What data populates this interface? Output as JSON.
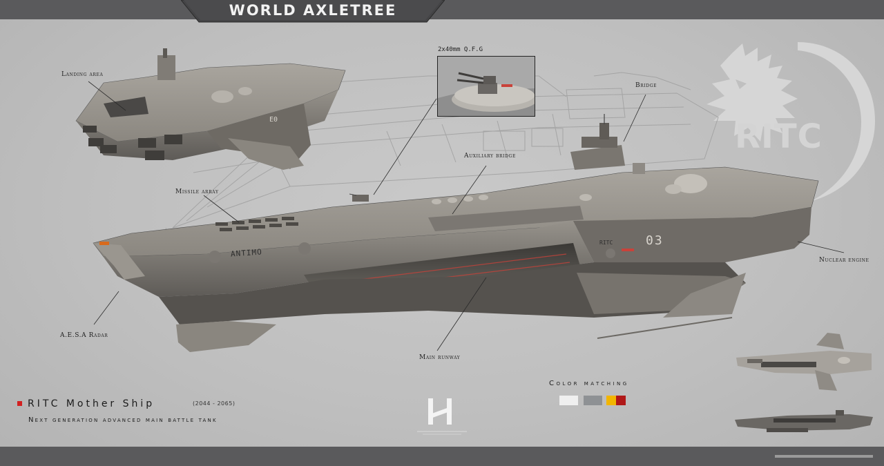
{
  "header": {
    "title": "WORLD AXLETREE"
  },
  "callouts": {
    "landing_area": "Landing area",
    "missile_array": "Missile array",
    "aesa_radar": "A.E.S.A Radar",
    "main_runway": "Main runway",
    "auxiliary_bridge": "Auxiliary bridge",
    "bridge": "Bridge",
    "nuclear_engine": "Nuclear engine",
    "gun_inset": "2x40mm Q.F.G"
  },
  "hull_markings": {
    "name": "ANTIMO",
    "number": "03",
    "sponson": "RITC",
    "bow_code": "E0"
  },
  "watermark": {
    "text": "RITC"
  },
  "caption": {
    "title": "RITC Mother Ship",
    "years": "(2044 - 2065)",
    "subtitle": "Next generation advanced main battle tank"
  },
  "color_matching": {
    "title": "Color matching",
    "swatches": [
      "#efefef",
      "#8e9194",
      "#f2b500",
      "#b01818"
    ]
  },
  "colors": {
    "frame": "#5a5a5c",
    "background": "#c4c4c4",
    "accent": "#d22020"
  }
}
